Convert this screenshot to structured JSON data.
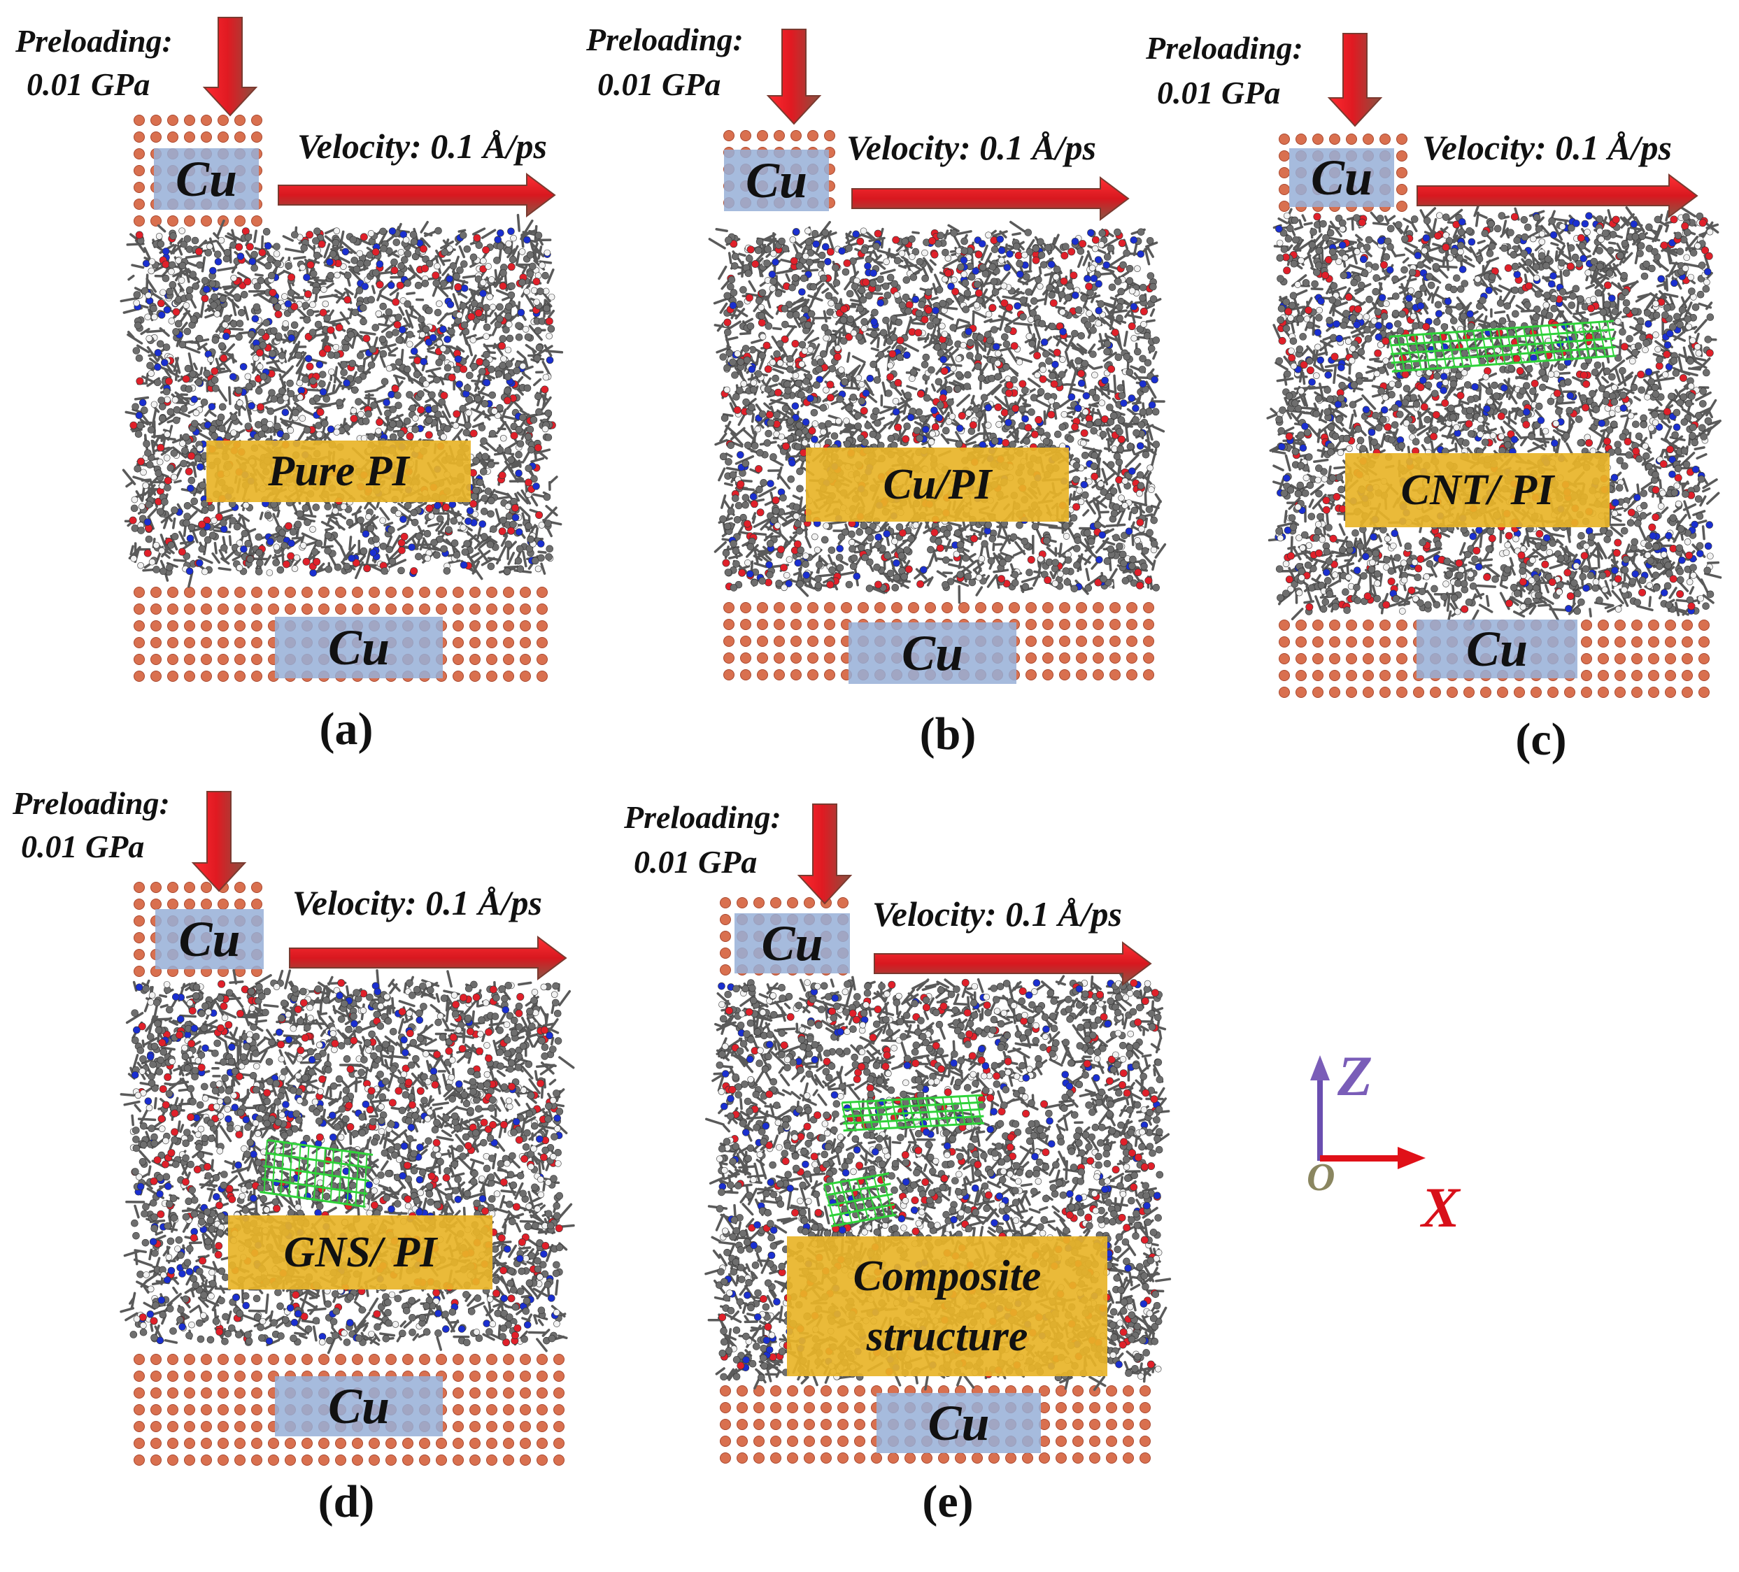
{
  "colors": {
    "polymer_gray": "#6e6e6e",
    "oxygen_red": "#e0202a",
    "nitrogen_blue": "#1a2fd0",
    "hydrogen_white": "#f2f2f2",
    "copper_atom": "#d9704f",
    "filler_green": "#2fd23a",
    "cu_box": "#96afd7",
    "material_label_box": "#e8b428",
    "arrow_red": "#d8202a",
    "axis_z": "#7a5db8",
    "axis_x": "#d8101a",
    "origin": "#8a8660"
  },
  "panels": [
    {
      "id": "a",
      "preloading": "Preloading:",
      "pressure": "0.01 GPa",
      "velocity": "Velocity: 0.1 Å/ps",
      "top_cu": "Cu",
      "bottom_cu": "Cu",
      "material": [
        "Pure PI"
      ],
      "caption": "(a)",
      "filler": "none"
    },
    {
      "id": "b",
      "preloading": "Preloading:",
      "pressure": "0.01 GPa",
      "velocity": "Velocity: 0.1 Å/ps",
      "top_cu": "Cu",
      "bottom_cu": "Cu",
      "material": [
        "Cu/PI"
      ],
      "caption": "(b)",
      "filler": "none"
    },
    {
      "id": "c",
      "preloading": "Preloading:",
      "pressure": "0.01 GPa",
      "velocity": "Velocity: 0.1 Å/ps",
      "top_cu": "Cu",
      "bottom_cu": "Cu",
      "material": [
        "CNT/ PI"
      ],
      "caption": "(c)",
      "filler": "cnt"
    },
    {
      "id": "d",
      "preloading": "Preloading:",
      "pressure": "0.01 GPa",
      "velocity": "Velocity: 0.1 Å/ps",
      "top_cu": "Cu",
      "bottom_cu": "Cu",
      "material": [
        "GNS/ PI"
      ],
      "caption": "(d)",
      "filler": "gns"
    },
    {
      "id": "e",
      "preloading": "Preloading:",
      "pressure": "0.01 GPa",
      "velocity": "Velocity: 0.1 Å/ps",
      "top_cu": "Cu",
      "bottom_cu": "Cu",
      "material": [
        "Composite",
        "structure"
      ],
      "caption": "(e)",
      "filler": "both"
    }
  ],
  "axes": {
    "z": "Z",
    "x": "X",
    "origin": "O"
  }
}
